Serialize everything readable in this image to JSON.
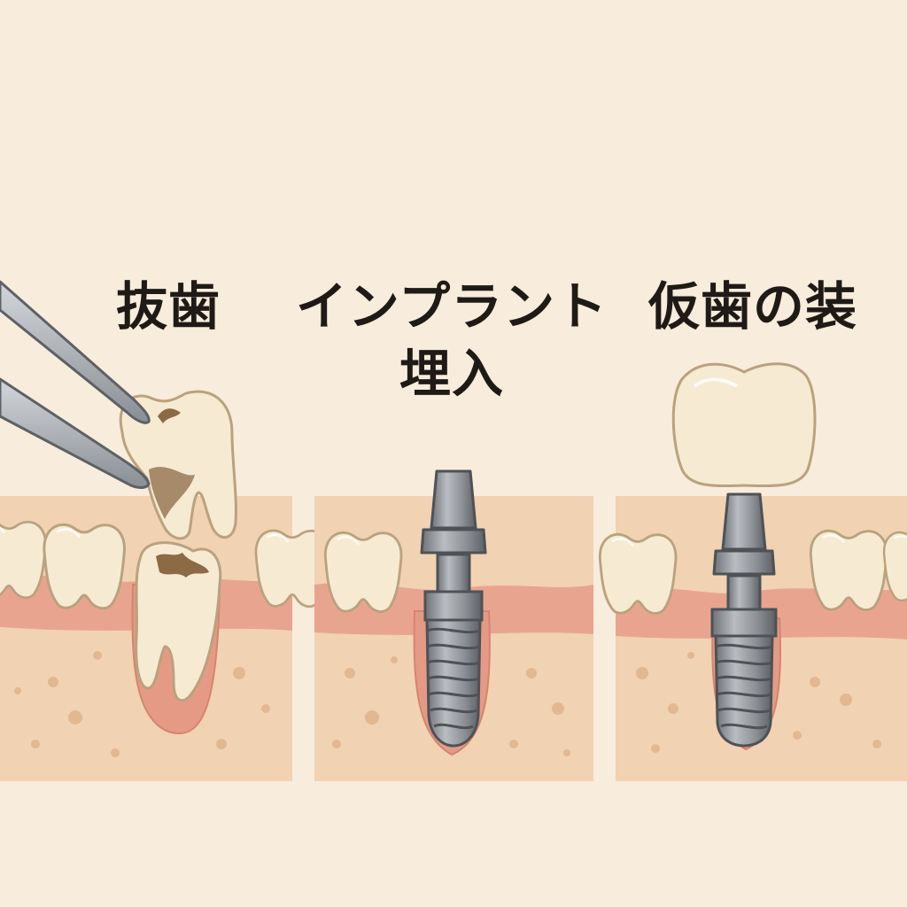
{
  "steps": [
    {
      "id": "extraction",
      "title": "抜歯"
    },
    {
      "id": "implant-placement",
      "title_line1": "インプラント",
      "title_line2": "埋入"
    },
    {
      "id": "temporary-crown",
      "title": "仮歯の装"
    }
  ],
  "colors": {
    "background": "#f8ecdc",
    "bone": "#f1d2b3",
    "gum": "#e9a48f",
    "tooth": "#f6ead2",
    "tooth_outline": "#b9a27e",
    "decay": "#8b6a45",
    "metal": "#8d9196",
    "metal_dark": "#5d6166",
    "text": "#1f1a16"
  },
  "icons": [
    "forceps-icon",
    "tooth-icon",
    "implant-icon",
    "crown-icon"
  ]
}
